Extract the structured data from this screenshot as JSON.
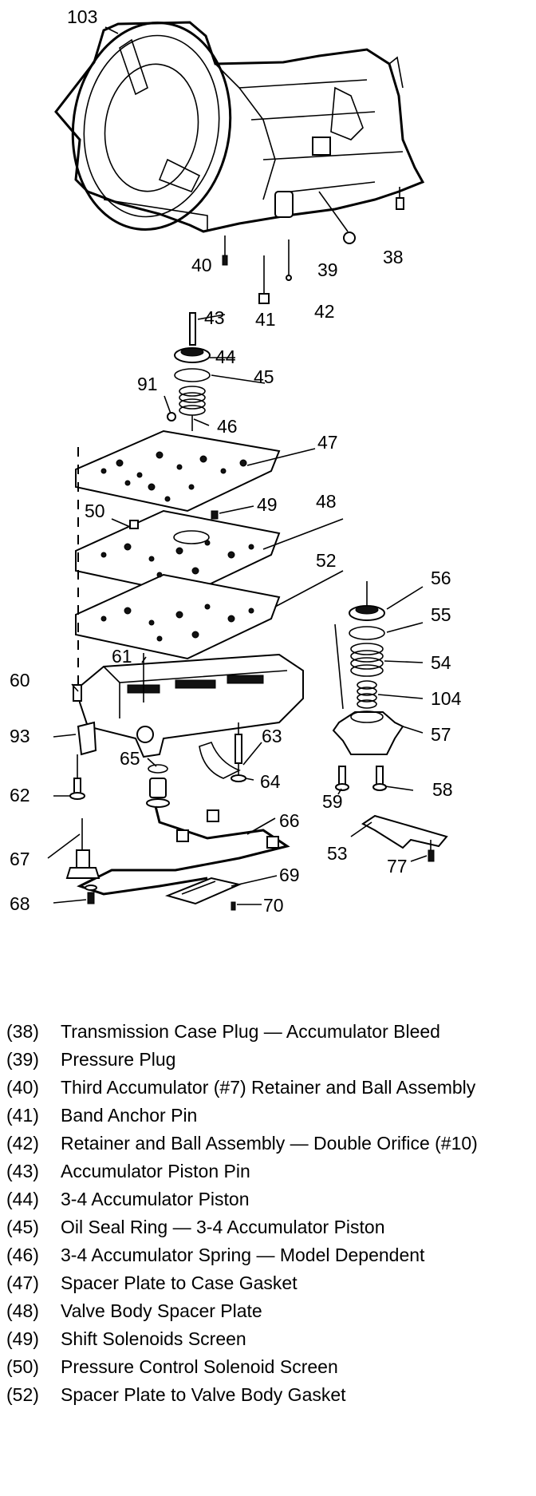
{
  "callouts": [
    "103",
    "38",
    "39",
    "40",
    "41",
    "42",
    "43",
    "44",
    "45",
    "91",
    "46",
    "47",
    "48",
    "49",
    "50",
    "52",
    "56",
    "55",
    "54",
    "104",
    "61",
    "60",
    "93",
    "57",
    "65",
    "63",
    "64",
    "62",
    "59",
    "58",
    "66",
    "53",
    "67",
    "77",
    "69",
    "68",
    "70"
  ],
  "legend": [
    {
      "num": "(38)",
      "desc": "Transmission Case Plug — Accumulator Bleed"
    },
    {
      "num": "(39)",
      "desc": "Pressure Plug"
    },
    {
      "num": "(40)",
      "desc": "Third Accumulator (#7) Retainer and Ball Assembly"
    },
    {
      "num": "(41)",
      "desc": "Band Anchor Pin"
    },
    {
      "num": "(42)",
      "desc": "Retainer and Ball Assembly — Double Orifice (#10)"
    },
    {
      "num": "(43)",
      "desc": "Accumulator Piston Pin"
    },
    {
      "num": "(44)",
      "desc": "3-4 Accumulator Piston"
    },
    {
      "num": "(45)",
      "desc": "Oil Seal Ring — 3-4 Accumulator Piston"
    },
    {
      "num": "(46)",
      "desc": "3-4 Accumulator Spring — Model Dependent"
    },
    {
      "num": "(47)",
      "desc": "Spacer Plate to Case Gasket"
    },
    {
      "num": "(48)",
      "desc": "Valve Body Spacer Plate"
    },
    {
      "num": "(49)",
      "desc": "Shift Solenoids Screen"
    },
    {
      "num": "(50)",
      "desc": "Pressure Control Solenoid Screen"
    },
    {
      "num": "(52)",
      "desc": "Spacer Plate to Valve Body Gasket"
    }
  ]
}
